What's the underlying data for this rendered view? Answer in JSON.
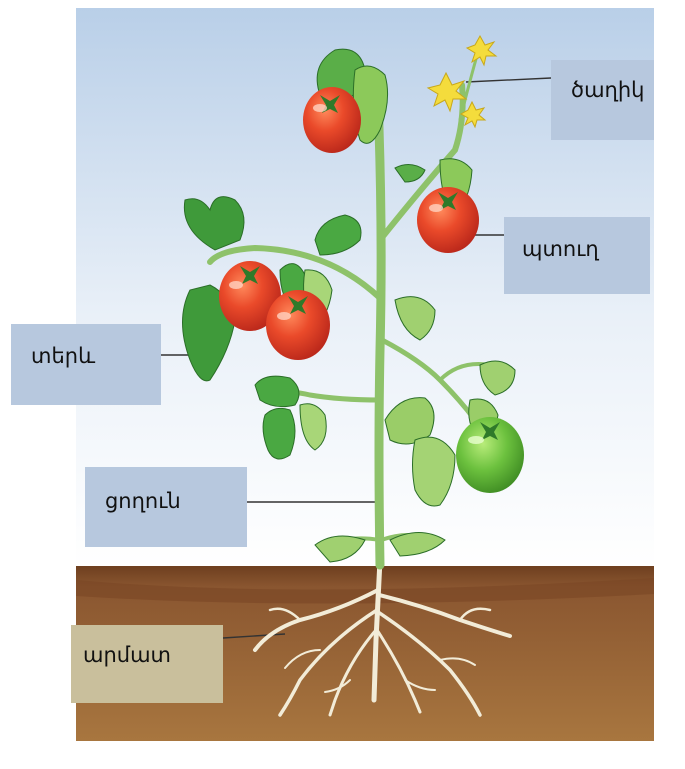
{
  "labels": {
    "flower": "ծաղիկ",
    "fruit": "պտուղ",
    "leaf": "տերև",
    "stem": "ցողուն",
    "root": "արմատ"
  },
  "colors": {
    "label_box_blue": "#b7c8de",
    "label_box_root": "#c9bf9c",
    "sky_top": "#b9cfe8",
    "sky_bottom": "#ffffff",
    "soil": "#8c5a30",
    "leaf_green": "#3f9a3a",
    "stem_green": "#8ec26a",
    "tomato_red": "#e8462a",
    "tomato_green": "#72c444",
    "flower_yellow": "#f4dc3c",
    "root_color": "#f2ecd8"
  }
}
